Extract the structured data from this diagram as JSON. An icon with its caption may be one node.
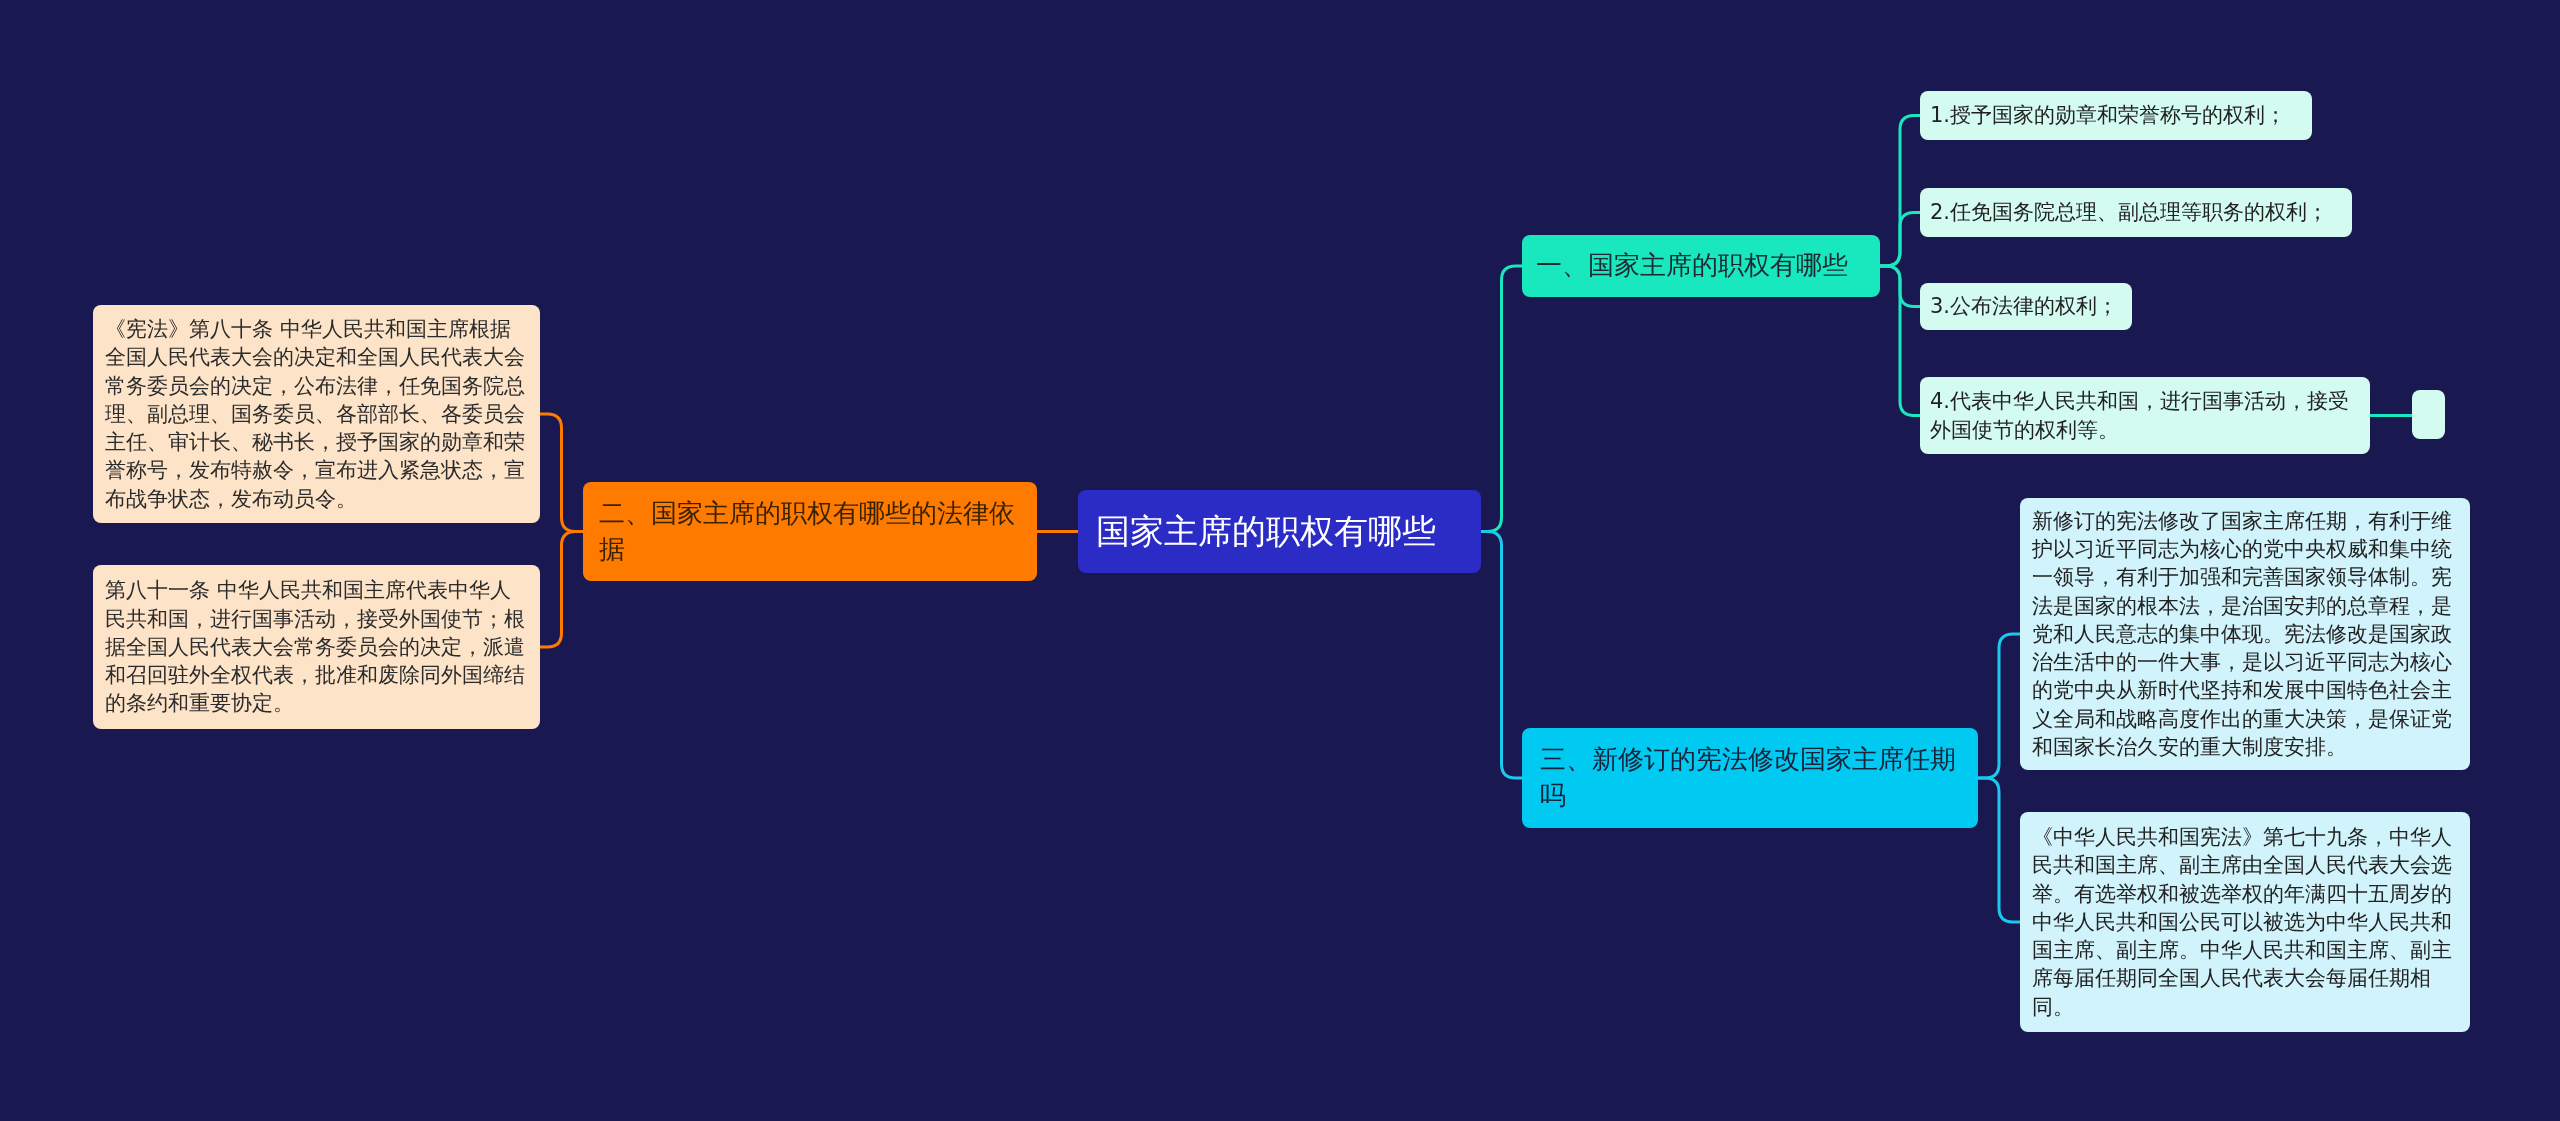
{
  "diagram": {
    "nodes": [
      {
        "text": [
          "国家主席的职权有哪些"
        ]
      },
      {
        "text": [
          "二、国家主席的职权有哪些的法律依据"
        ]
      },
      {
        "text": [
          "《宪法》第八十条 中华人民共和国主席根据全国人民代表大会的决定和全国人民代表大会常务委员会的决定，公布法律，任免国务院总理、副总理、国务委员、各部部长、各委员会主任、审计长、秘书长，授予国家的勋章和荣誉称号，发布特赦令，宣布进入紧急状态，宣布战争状态，发布动员令。"
        ]
      },
      {
        "text": [
          "第八十一条 中华人民共和国主席代表中华人民共和国，进行国事活动，接受外国使节；根据全国人民代表大会常务委员会的决定，派遣和召回驻外全权代表，批准和废除同外国缔结的条约和重要协定。"
        ]
      },
      {
        "text": [
          "一、国家主席的职权有哪些"
        ]
      },
      {
        "text": [
          "1.授予国家的勋章和荣誉称号的权利；"
        ]
      },
      {
        "text": [
          "2.任免国务院总理、副总理等职务的权利；"
        ]
      },
      {
        "text": [
          "3.公布法律的权利；"
        ]
      },
      {
        "text": [
          "4.代表中华人民共和国，进行国事活动，接受外国使节的权利等。"
        ]
      },
      {
        "text": [],
        "shape": "box"
      },
      {
        "text": [
          "三、新修订的宪法修改国家主席任期吗"
        ]
      },
      {
        "text": [
          "新修订的宪法修改了国家主席任期，有利于维护以习近平同志为核心的党中央权威和集中统一领导，有利于加强和完善国家领导体制。宪法是国家的根本法，是治国安邦的总章程，是党和人民意志的集中体现。宪法修改是国家政治生活中的一件大事，是以习近平同志为核心的党中央从新时代坚持和发展中国特色社会主义全局和战略高度作出的重大决策，是保证党和国家长治久安的重大制度安排。"
        ]
      },
      {
        "text": [
          "《中华人民共和国宪法》第七十九条，中华人民共和国主席、副主席由全国人民代表大会选举。有选举权和被选举权的年满四十五周岁的中华人民共和国公民可以被选为中华人民共和国主席、副主席。中华人民共和国主席、副主席每届任期同全国人民代表大会每届任期相同。"
        ]
      }
    ],
    "edges": [
      {
        "from": 0,
        "to": 1,
        "arrow": "none",
        "color": "#ff7b00"
      },
      {
        "from": 1,
        "to": 2,
        "arrow": "none",
        "color": "#ff7b00"
      },
      {
        "from": 1,
        "to": 3,
        "arrow": "none",
        "color": "#ff7b00"
      },
      {
        "from": 0,
        "to": 4,
        "arrow": "none"
      },
      {
        "from": 4,
        "to": 5,
        "arrow": "none"
      },
      {
        "from": 4,
        "to": 6,
        "arrow": "none"
      },
      {
        "from": 4,
        "to": 7,
        "arrow": "none"
      },
      {
        "from": 4,
        "to": 8,
        "arrow": "none"
      },
      {
        "from": 8,
        "to": 9,
        "arrow": "none"
      },
      {
        "from": 0,
        "to": 10,
        "arrow": "none",
        "color": "#1cc8ee"
      },
      {
        "from": 10,
        "to": 11,
        "arrow": "none",
        "color": "#1cc8ee"
      },
      {
        "from": 10,
        "to": 12,
        "arrow": "none",
        "color": "#1cc8ee"
      }
    ]
  }
}
